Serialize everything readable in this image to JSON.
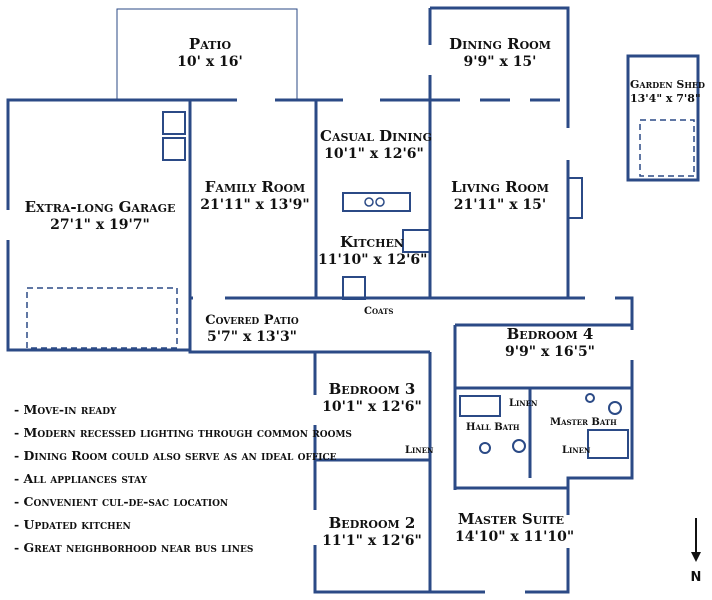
{
  "rooms": {
    "patio": {
      "name": "Patio",
      "dims": "10' x 16'"
    },
    "dining_room": {
      "name": "Dining Room",
      "dims": "9'9\" x 15'"
    },
    "garden_shed": {
      "name": "Garden Shed",
      "dims": "13'4\" x 7'8\""
    },
    "garage": {
      "name": "Extra-long Garage",
      "dims": "27'1\" x 19'7\""
    },
    "family_room": {
      "name": "Family Room",
      "dims": "21'11\" x 13'9\""
    },
    "casual_dining": {
      "name": "Casual Dining",
      "dims": "10'1\" x 12'6\""
    },
    "living_room": {
      "name": "Living Room",
      "dims": "21'11\" x 15'"
    },
    "kitchen": {
      "name": "Kitchen",
      "dims": "11'10\" x 12'6\""
    },
    "covered_patio": {
      "name": "Covered Patio",
      "dims": "5'7\" x 13'3\""
    },
    "bedroom4": {
      "name": "Bedroom 4",
      "dims": "9'9\" x 16'5\""
    },
    "bedroom3": {
      "name": "Bedroom 3",
      "dims": "10'1\" x 12'6\""
    },
    "bedroom2": {
      "name": "Bedroom 2",
      "dims": "11'1\" x 12'6\""
    },
    "master_suite": {
      "name": "Master Suite",
      "dims": "14'10\" x 11'10\""
    }
  },
  "small_labels": {
    "coats": "Coats",
    "linen_hall": "Linen",
    "linen_b3": "Linen",
    "linen_master": "Linen",
    "hall_bath": "Hall Bath",
    "master_bath": "Master Bath"
  },
  "features": [
    "Move-in ready",
    "Modern recessed lighting through common rooms",
    "Dining Room could also serve as an ideal office",
    "All appliances stay",
    "Convenient cul-de-sac location",
    "Updated kitchen",
    "Great neighborhood near bus lines"
  ],
  "compass": {
    "label": "N"
  },
  "colors": {
    "wall": "#2b4a86",
    "window": "#ffffff",
    "fixture": "#1d3f7a"
  }
}
